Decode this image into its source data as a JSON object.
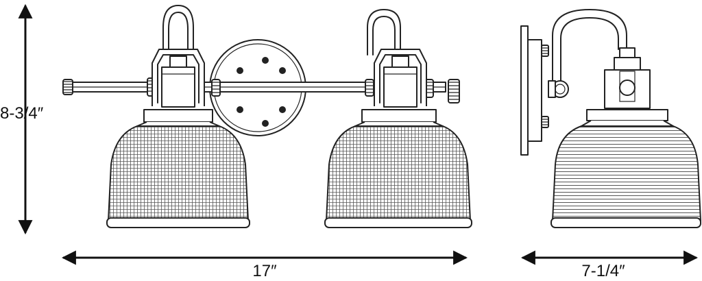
{
  "dimensions": {
    "height": "8-3/4″",
    "width_front": "17″",
    "depth_side": "7-1/4″"
  }
}
